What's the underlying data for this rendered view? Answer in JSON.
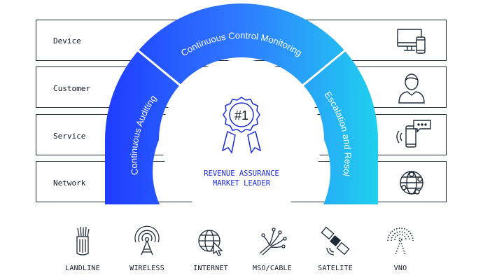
{
  "rows": [
    {
      "label": "Device",
      "icon": "devices-icon"
    },
    {
      "label": "Customer",
      "icon": "person-icon"
    },
    {
      "label": "Service",
      "icon": "phone-chat-icon"
    },
    {
      "label": "Network",
      "icon": "network-globe-icon"
    }
  ],
  "arc": {
    "top_label": "Continuous Control Monitoring",
    "left_label": "Continuous Auditing",
    "right_label": "Case Escalation and Resolution",
    "colors": {
      "left": "#1f3cff",
      "mid": "#2f7bff",
      "right": "#1fd0ee"
    }
  },
  "center": {
    "badge_text": "#1",
    "title_line1": "REVENUE ASSURANCE",
    "title_line2": "MARKET LEADER",
    "accent": "#1a2bd6"
  },
  "bottom": [
    {
      "label": "LANDLINE",
      "icon": "fiber-cable-icon"
    },
    {
      "label": "WIRELESS",
      "icon": "radio-tower-icon"
    },
    {
      "label": "INTERNET",
      "icon": "globe-cursor-icon"
    },
    {
      "label": "MSO/CABLE",
      "icon": "fiber-optic-icon"
    },
    {
      "label": "SATELITE",
      "icon": "satellite-icon"
    },
    {
      "label": "VNO",
      "icon": "dotted-tower-icon"
    }
  ]
}
